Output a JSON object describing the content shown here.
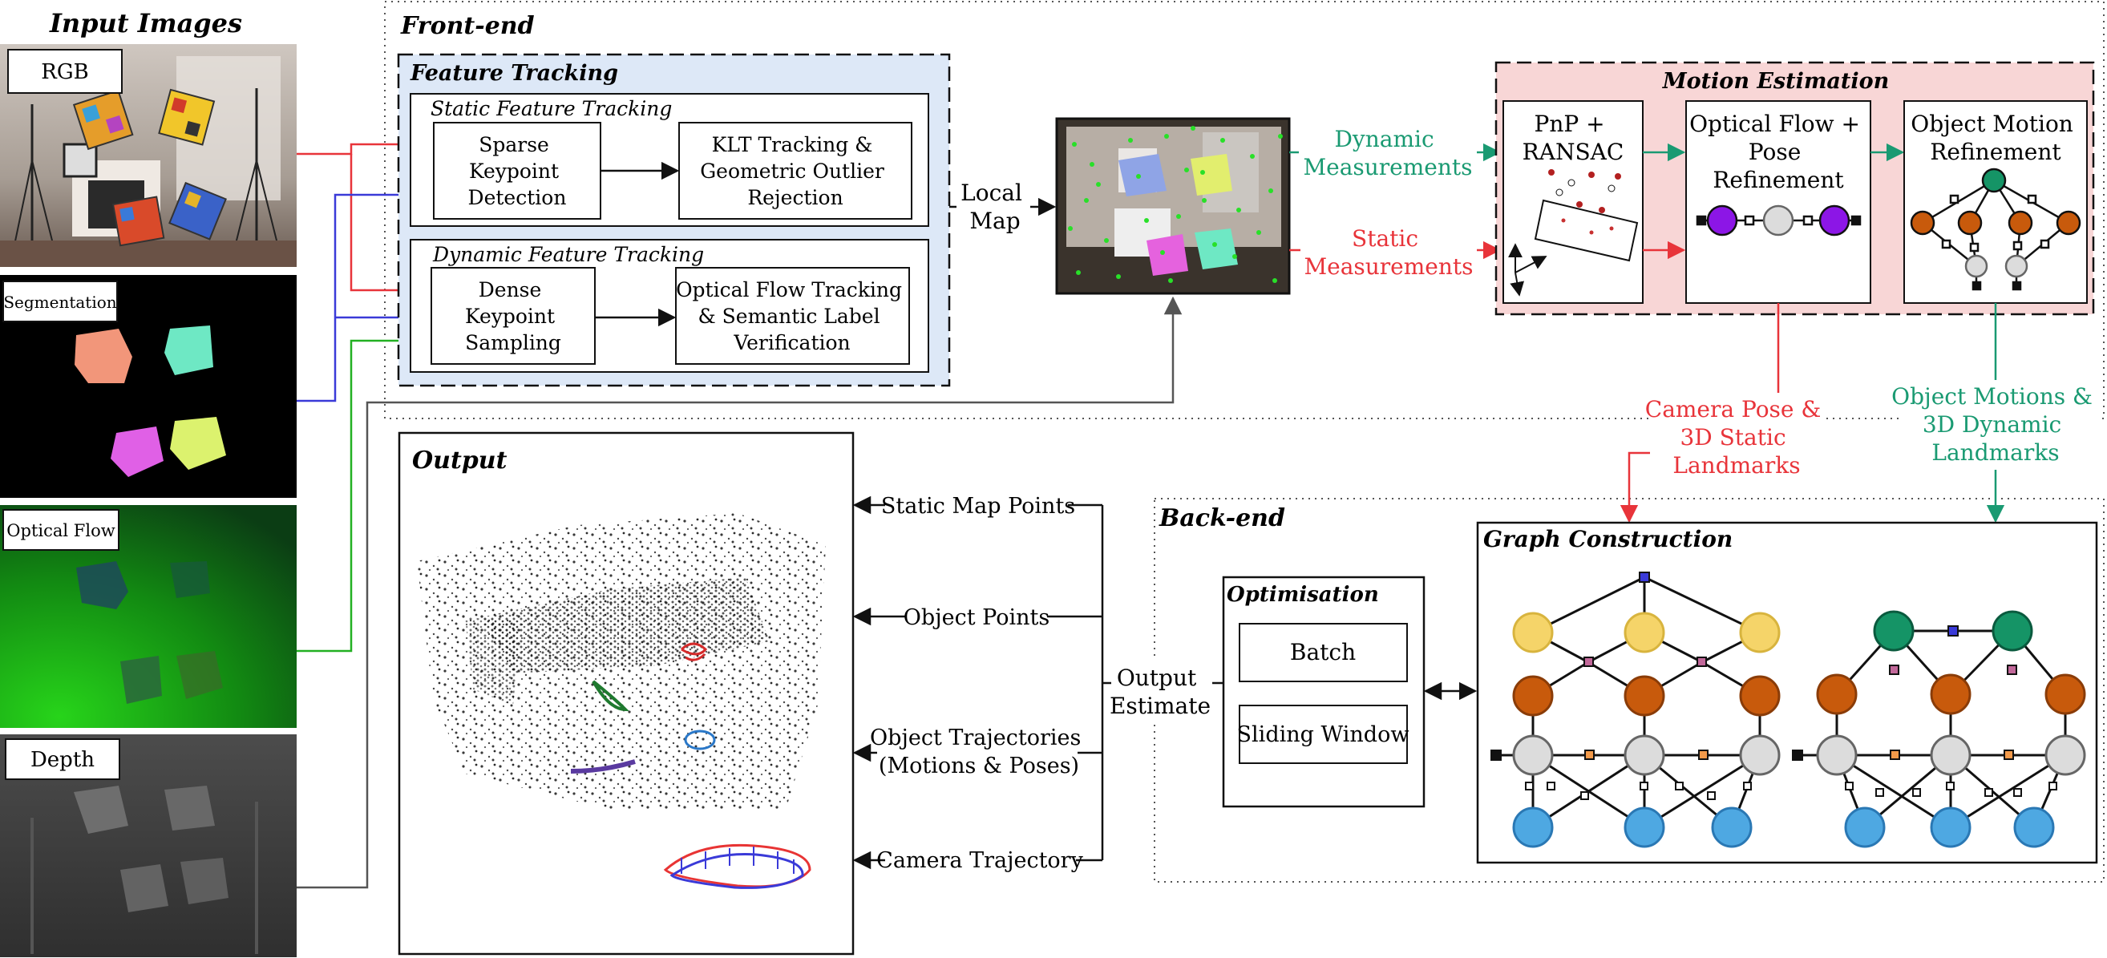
{
  "input": {
    "title": "Input Images",
    "rgb": "RGB",
    "segmentation": "Segmentation",
    "optical_flow": "Optical Flow",
    "depth": "Depth"
  },
  "frontend": {
    "title": "Front-end",
    "feature_tracking": {
      "title": "Feature Tracking",
      "static": {
        "title": "Static Feature Tracking",
        "sparse": [
          "Sparse",
          "Keypoint",
          "Detection"
        ],
        "klt": [
          "KLT Tracking &",
          "Geometric Outlier",
          "Rejection"
        ]
      },
      "dynamic": {
        "title": "Dynamic Feature Tracking",
        "dense": [
          "Dense",
          "Keypoint",
          "Sampling"
        ],
        "flow": [
          "Optical Flow Tracking",
          "& Semantic Label",
          "Verification"
        ]
      }
    },
    "local_map": [
      "Local",
      "Map"
    ],
    "dynamic_measurements": [
      "Dynamic",
      "Measurements"
    ],
    "static_measurements": [
      "Static",
      "Measurements"
    ],
    "motion_estimation": {
      "title": "Motion Estimation",
      "pnp": [
        "PnP +",
        "RANSAC"
      ],
      "flow_pose": [
        "Optical Flow +",
        "Pose",
        "Refinement"
      ],
      "object_motion": [
        "Object Motion",
        "Refinement"
      ]
    }
  },
  "links": {
    "camera_pose": [
      "Camera Pose &",
      "3D Static",
      "Landmarks"
    ],
    "object_motions": [
      "Object Motions &",
      "3D Dynamic",
      "Landmarks"
    ]
  },
  "output": {
    "title": "Output",
    "static_map_points": "Static Map Points",
    "object_points": "Object Points",
    "object_trajectories": [
      "Object Trajectories",
      "(Motions & Poses)"
    ],
    "camera_trajectory": "Camera Trajectory",
    "output_estimate": [
      "Output",
      "Estimate"
    ]
  },
  "backend": {
    "title": "Back-end",
    "optimisation": {
      "title": "Optimisation",
      "batch": "Batch",
      "sliding_window": "Sliding Window"
    },
    "graph": {
      "title": "Graph Construction"
    }
  },
  "colors": {
    "red": "#e8343a",
    "blue": "#3a3ad8",
    "green": "#22b022",
    "teal": "#1a9a72",
    "pink_box": "#f8d6d6",
    "blue_box": "#dde8f7",
    "yellow": "#f5d469",
    "orange": "#c85a0c",
    "gray": "#dcdcdc",
    "sky": "#4ea8e2",
    "purple": "#8c16e6",
    "dark_green": "#159466"
  }
}
